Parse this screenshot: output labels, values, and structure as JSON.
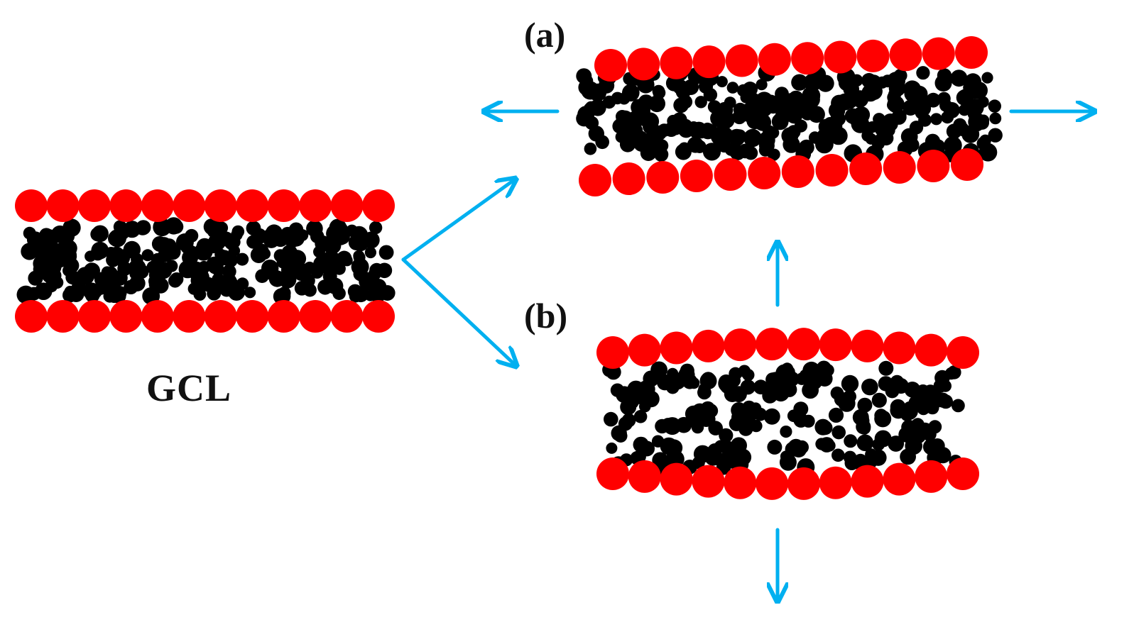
{
  "labels": {
    "a": "(a)",
    "b": "(b)",
    "gcl": "GCL"
  },
  "colors": {
    "geotextile_particle": "#ff0000",
    "bentonite_particle": "#000000",
    "arrow": "#00b0f0",
    "label_text": "#111111",
    "background": "#ffffff"
  },
  "panels": [
    {
      "id": "gcl",
      "state": "original",
      "red_particles_per_row": 12
    },
    {
      "id": "a",
      "state": "stretched horizontally",
      "red_particles_per_row": 12
    },
    {
      "id": "b",
      "state": "stretched vertically",
      "red_particles_per_row": 12
    }
  ],
  "arrows": [
    "gcl-to-a",
    "gcl-to-b",
    "a-pull-left",
    "a-pull-right",
    "b-pull-up",
    "b-pull-down"
  ]
}
